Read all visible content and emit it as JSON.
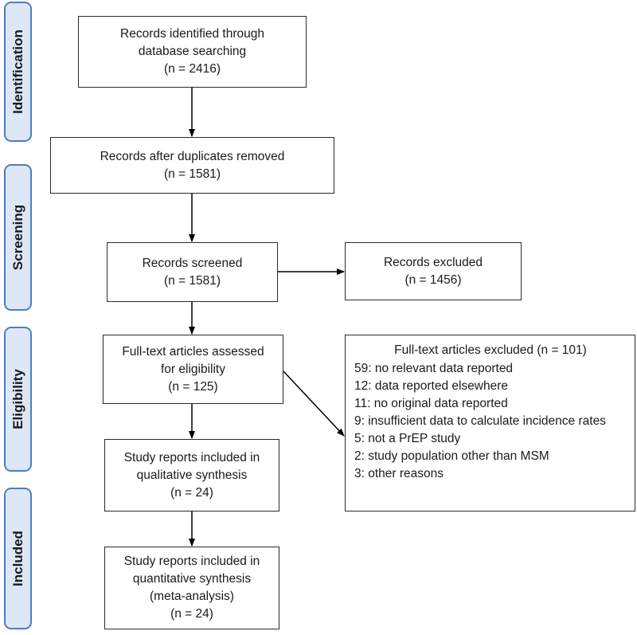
{
  "stages": {
    "identification": "Identification",
    "screening": "Screening",
    "eligibility": "Eligibility",
    "included": "Included"
  },
  "boxes": {
    "identified": {
      "lines": [
        "Records identified through",
        "database searching",
        "(n = 2416)"
      ]
    },
    "deduplicated": {
      "lines": [
        "Records after duplicates removed",
        "(n = 1581)"
      ]
    },
    "screened": {
      "lines": [
        "Records screened",
        "(n = 1581)"
      ]
    },
    "excluded": {
      "lines": [
        "Records excluded",
        "(n = 1456)"
      ]
    },
    "fulltext_assessed": {
      "lines": [
        "Full-text articles assessed",
        "for eligibility",
        "(n = 125)"
      ]
    },
    "fulltext_excluded": {
      "title": "Full-text articles excluded (n = 101)",
      "reasons": [
        "59: no relevant data reported",
        "12: data reported elsewhere",
        "11: no original data reported",
        "9: insufficient data to calculate incidence rates",
        "5: not a PrEP study",
        "2: study population other than MSM",
        "3: other reasons"
      ]
    },
    "qualitative": {
      "lines": [
        "Study reports included in",
        "qualitative synthesis",
        "(n = 24)"
      ]
    },
    "quantitative": {
      "lines": [
        "Study reports included in",
        "quantitative synthesis",
        "(meta-analysis)",
        "(n = 24)"
      ]
    }
  },
  "colors": {
    "stage_fill": "#dde7f5",
    "stage_border": "#4f7cc2",
    "box_border": "#2a2a2a",
    "arrow": "#000000"
  }
}
